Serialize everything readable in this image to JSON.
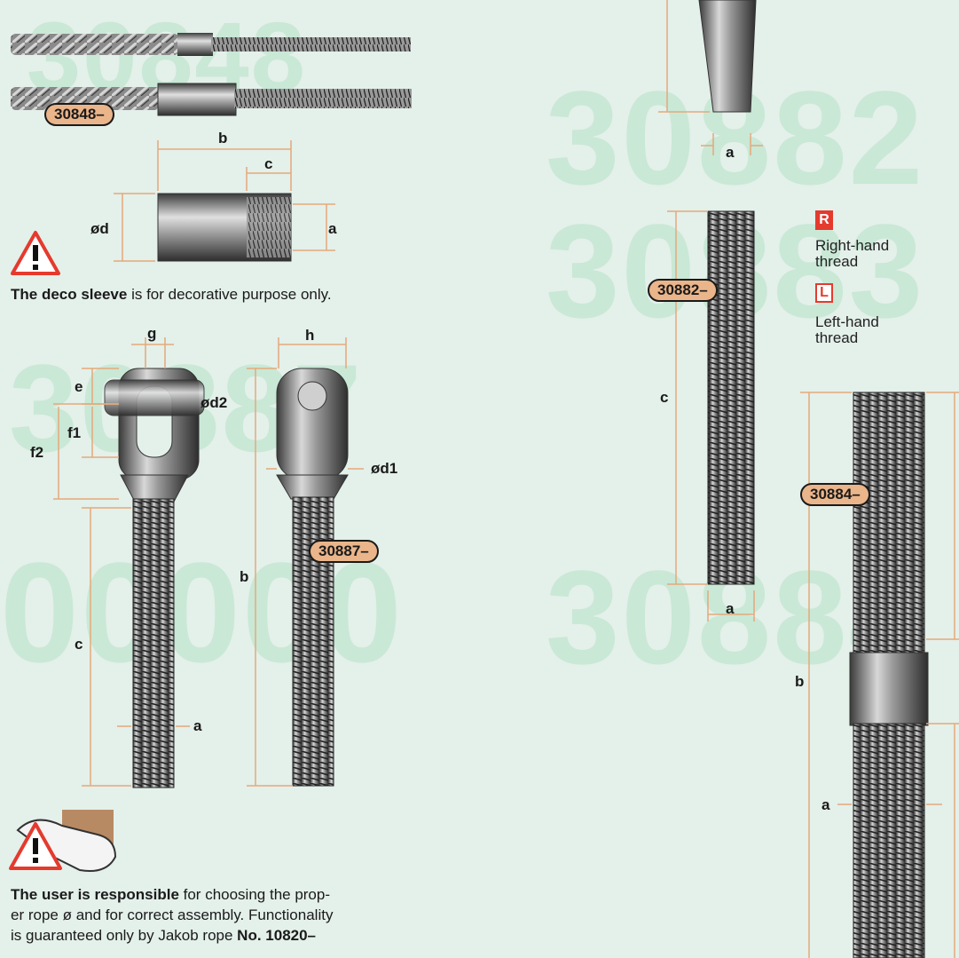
{
  "watermarks": [
    "30848",
    "30887",
    "00000",
    "30882",
    "30883",
    "30884"
  ],
  "tags": {
    "t30848": "30848–",
    "t30887": "30887–",
    "t30882": "30882–",
    "t30884": "30884–"
  },
  "dims": {
    "b": "b",
    "c": "c",
    "d": "ød",
    "a": "a",
    "g": "g",
    "h": "h",
    "e": "e",
    "f1": "f1",
    "f2": "f2",
    "d2": "ød2",
    "d1": "ød1"
  },
  "deco_note": {
    "bold": "The deco sleeve",
    "rest": " is for decorative purpose only."
  },
  "thread": {
    "r_badge": "R",
    "r_text1": "Right-hand",
    "r_text2": "thread",
    "l_badge": "L",
    "l_text1": "Left-hand",
    "l_text2": "thread"
  },
  "user_note": {
    "bold1": "The user is responsible",
    "line1": " for choosing the prop-",
    "line2": "er rope ø and for correct assembly. Functionality",
    "line3": "is guaranteed only by Jakob rope ",
    "bold2": "No. 10820–"
  },
  "colors": {
    "background": "#e4f0ea",
    "watermark": "#c9e8d6",
    "dimension": "#e4a97a",
    "tag": "#eab58a",
    "warning": "#e53a2e"
  }
}
